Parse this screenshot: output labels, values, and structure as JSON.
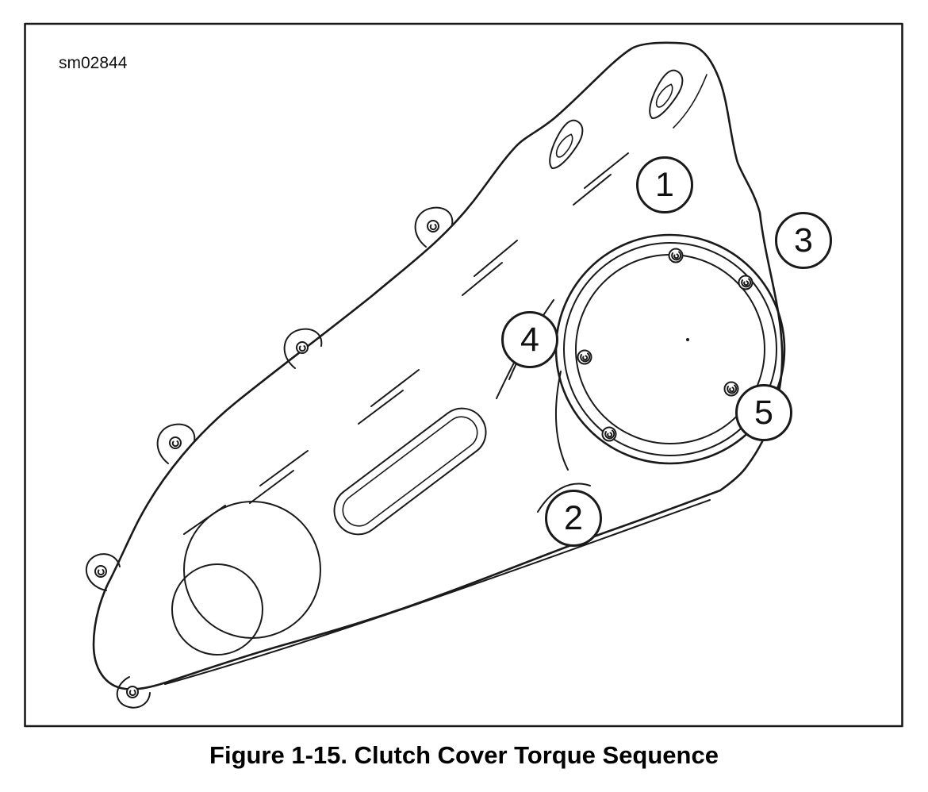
{
  "figure": {
    "drawing_id": "sm02844",
    "caption": "Figure 1-15. Clutch Cover Torque Sequence"
  },
  "callouts": [
    {
      "label": "1"
    },
    {
      "label": "2"
    },
    {
      "label": "3"
    },
    {
      "label": "4"
    },
    {
      "label": "5"
    }
  ],
  "colors": {
    "line": "#1a1a1a",
    "background": "#ffffff"
  }
}
